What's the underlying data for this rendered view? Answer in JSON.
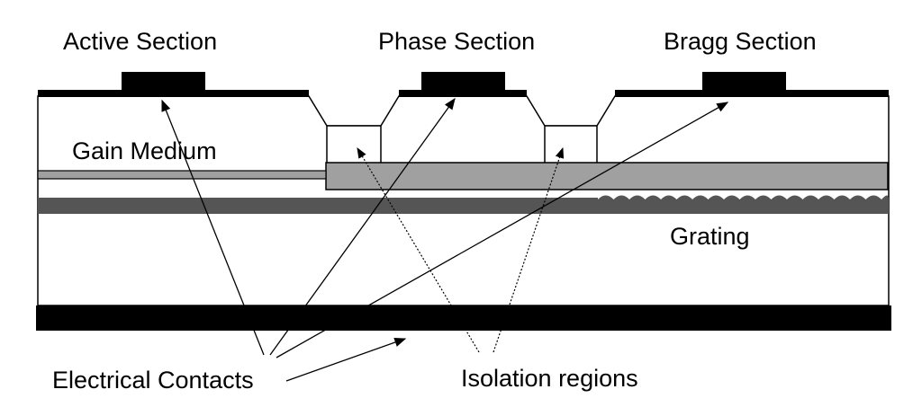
{
  "labels": {
    "active_section": "Active Section",
    "phase_section": "Phase Section",
    "bragg_section": "Bragg Section",
    "gain_medium": "Gain Medium",
    "grating": "Grating",
    "electrical_contacts": "Electrical Contacts",
    "isolation_regions": "Isolation regions"
  },
  "colors": {
    "contact": "#000000",
    "waveguide": "#a0a0a0",
    "active_layer": "#555555",
    "outline": "#000000",
    "background": "#ffffff"
  }
}
